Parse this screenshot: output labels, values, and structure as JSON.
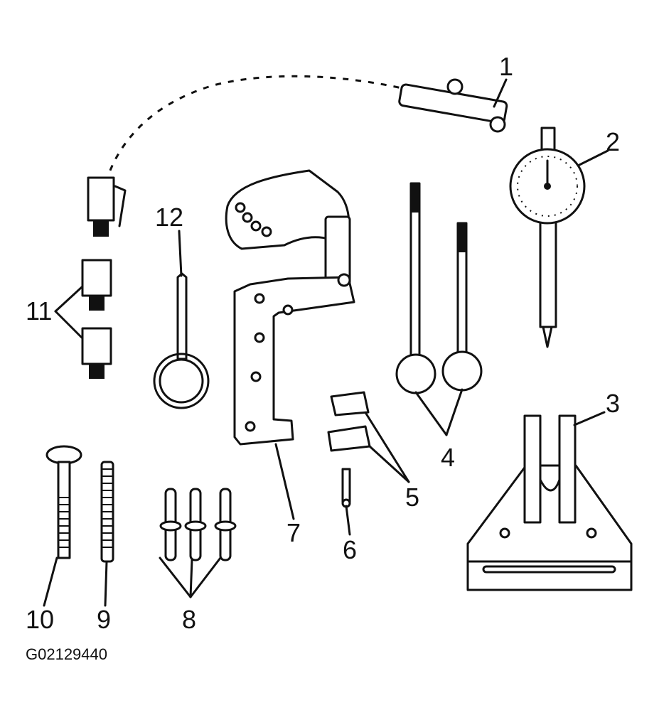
{
  "callouts": {
    "c1": "1",
    "c2": "2",
    "c3": "3",
    "c4": "4",
    "c5": "5",
    "c6": "6",
    "c7": "7",
    "c8": "8",
    "c9": "9",
    "c10": "10",
    "c11": "11",
    "c12": "12"
  },
  "figure_id": "G02129440"
}
